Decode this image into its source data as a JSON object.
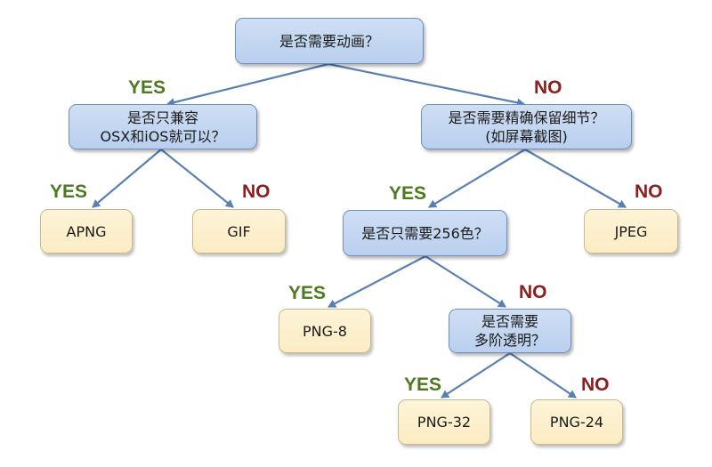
{
  "colors": {
    "question_fill": "#c4d6f1",
    "question_border": "#6e8fbf",
    "answer_fill": "#fcf0cc",
    "answer_border": "#c9ba8c",
    "connector": "#5a80b3",
    "yes_label": "#4e7a1f",
    "no_label": "#8e1d1d"
  },
  "nodes": {
    "q_animation": "是否需要动画？",
    "q_osx_ios": "是否只兼容\nOSX和iOS就可以？",
    "q_precise_detail": "是否需要精确保留细节？\n(如屏幕截图)",
    "q_256_colors": "是否只需要256色？",
    "q_alpha": "是否需要\n多阶透明？",
    "a_apng": "APNG",
    "a_gif": "GIF",
    "a_jpeg": "JPEG",
    "a_png8": "PNG-8",
    "a_png32": "PNG-32",
    "a_png24": "PNG-24"
  },
  "labels": {
    "animation_yes": "YES",
    "animation_no": "NO",
    "osx_yes": "YES",
    "osx_no": "NO",
    "detail_yes": "YES",
    "detail_no": "NO",
    "colors_yes": "YES",
    "colors_no": "NO",
    "alpha_yes": "YES",
    "alpha_no": "NO"
  }
}
